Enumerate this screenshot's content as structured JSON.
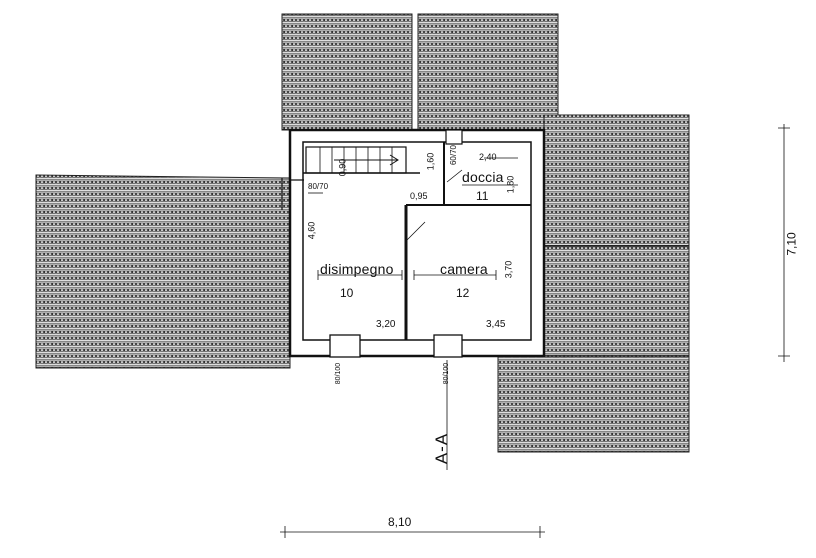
{
  "rooms": [
    {
      "name": "disimpegno",
      "number": "10"
    },
    {
      "name": "camera",
      "number": "12"
    },
    {
      "name": "doccia",
      "number": "11"
    }
  ],
  "dimensions": {
    "stair_w": "0,90",
    "stair_h": "1,60",
    "door_left": "80/70",
    "doccia_w": "2,40",
    "doccia_h": "1,80",
    "doccia_door": "60/70",
    "door_095": "0,95",
    "disimpegno_h": "4,60",
    "camera_h": "3,70",
    "disimpegno_w": "3,20",
    "camera_w": "3,45",
    "win_left": "80/100",
    "win_right": "80/100",
    "total_w": "8,10",
    "total_h": "7,10"
  },
  "section_label": "A-A"
}
